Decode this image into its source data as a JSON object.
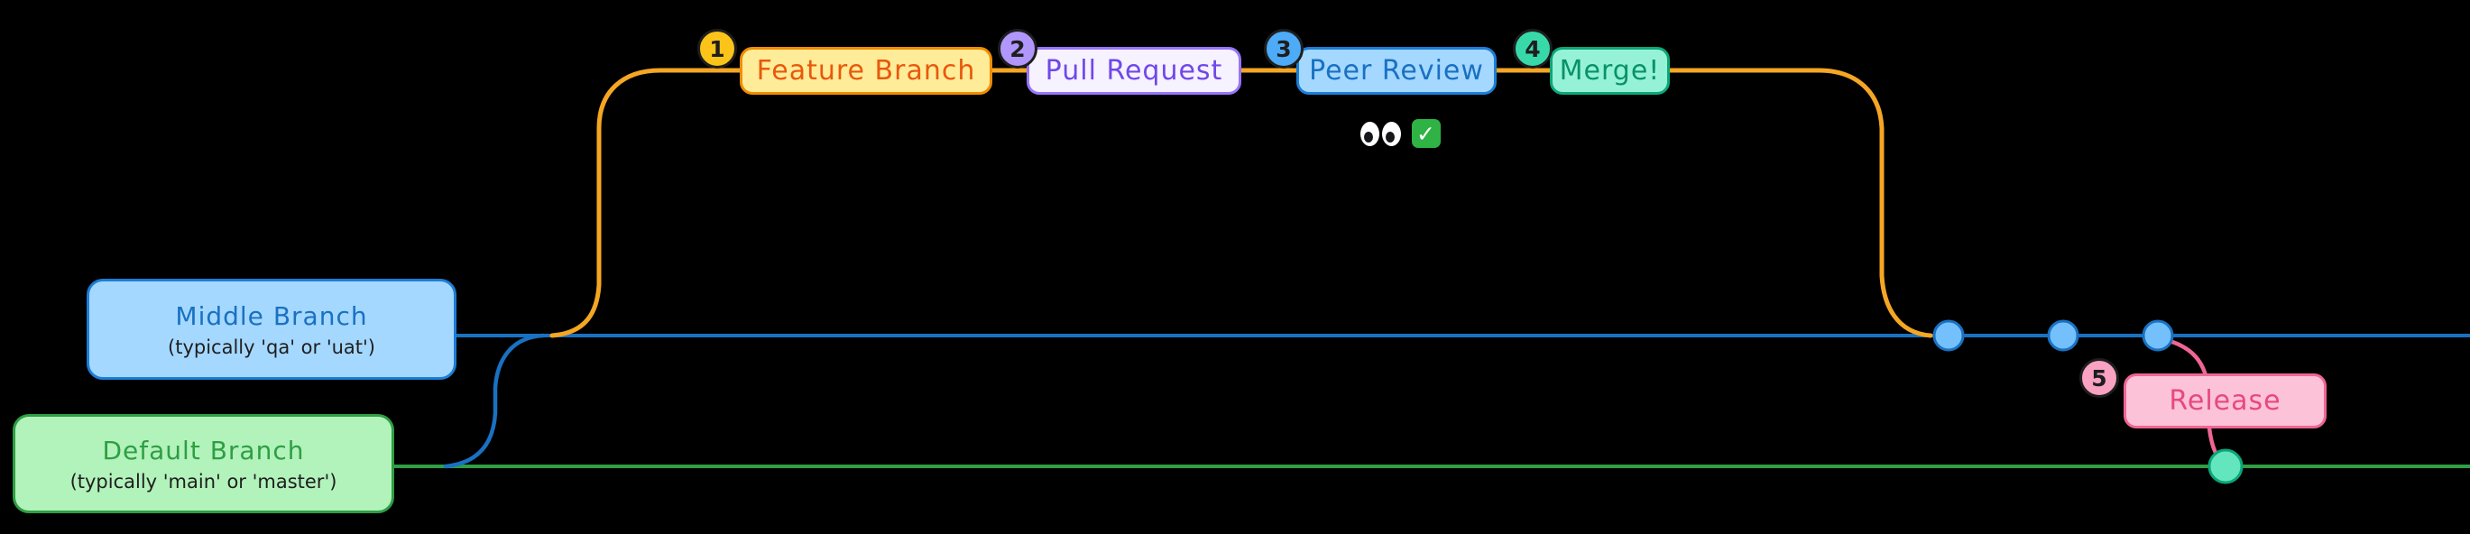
{
  "canvas": {
    "background": "#000000"
  },
  "steps": [
    {
      "number": "1",
      "label": "Feature Branch",
      "badge_fill": "#fcc419",
      "box_fill": "#ffec99",
      "box_border": "#f08c00",
      "text_color": "#e8590c"
    },
    {
      "number": "2",
      "label": "Pull Request",
      "badge_fill": "#b197fc",
      "box_fill": "#f6f2ff",
      "box_border": "#9775fa",
      "text_color": "#7048e8"
    },
    {
      "number": "3",
      "label": "Peer Review",
      "badge_fill": "#4dabf7",
      "box_fill": "#a5d8ff",
      "box_border": "#1c7ed6",
      "text_color": "#1971c2"
    },
    {
      "number": "4",
      "label": "Merge!",
      "badge_fill": "#38d9a9",
      "box_fill": "#96f2d7",
      "box_border": "#0ca678",
      "text_color": "#099268"
    },
    {
      "number": "5",
      "label": "Release",
      "badge_fill": "#faa2c1",
      "box_fill": "#fcc2d7",
      "box_border": "#f06595",
      "text_color": "#e64980"
    }
  ],
  "branches": {
    "middle": {
      "title": "Middle Branch",
      "subtitle": "(typically 'qa' or 'uat')",
      "box_fill": "#a5d8ff",
      "box_border": "#1c7ed6",
      "title_color": "#1971c2",
      "subtitle_color": "#1e1e1e",
      "line_color": "#1971c2"
    },
    "default": {
      "title": "Default Branch",
      "subtitle": "(typically 'main' or 'master')",
      "box_fill": "#b2f2bb",
      "box_border": "#2f9e44",
      "title_color": "#2f9e44",
      "subtitle_color": "#1e1e1e",
      "line_color": "#2f9e44"
    },
    "feature": {
      "line_color": "#f5a623"
    },
    "release": {
      "line_color": "#f06595"
    }
  },
  "review_status": {
    "eyes_icon": "👀",
    "approved_icon": "✅",
    "check_glyph": "✓",
    "check_bg": "#2fb344"
  },
  "commit_nodes": {
    "middle_fill": "#74c0fc",
    "middle_border": "#1971c2",
    "release_fill": "#63e6be",
    "release_border": "#0ca678"
  },
  "badge_style": {
    "border_color": "#1e1e1e",
    "number_color": "#1e1e1e"
  }
}
